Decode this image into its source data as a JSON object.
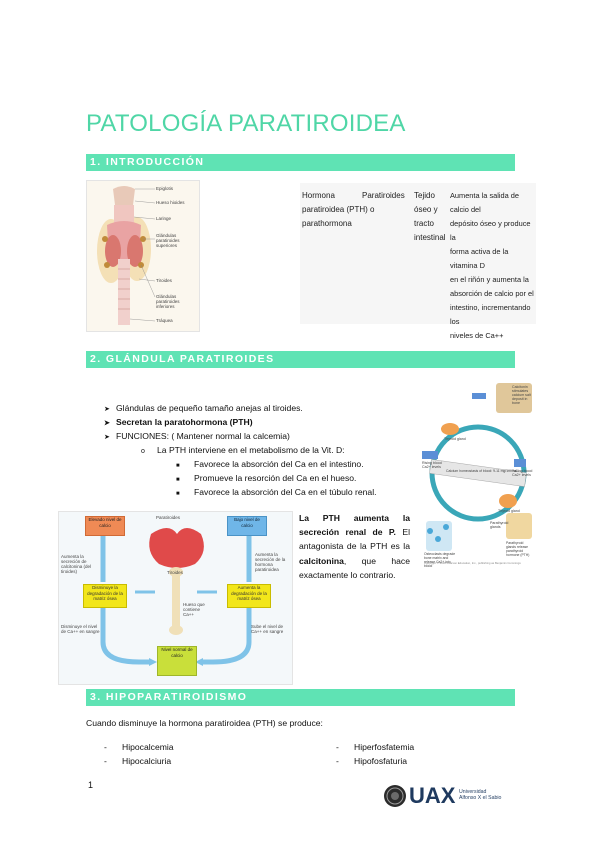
{
  "title": "PATOLOGÍA PARATIROIDEA",
  "sections": {
    "intro": "1. INTRODUCCIÓN",
    "glandula": "2. GLÁNDULA PARATIROIDES",
    "hipo": "3. HIPOPARATIROIDISMO"
  },
  "anatomy_labels": {
    "epiglotis": "Epiglotis",
    "hueso_hioides": "Hueso hioides",
    "laringe": "Laringe",
    "glandulas_sup": "Glándulas paratiroides superiores",
    "tiroides": "Tiroides",
    "glandulas_inf": "Glándulas paratiroides inferiores",
    "traquea": "Tráquea"
  },
  "pth_table": {
    "col1": [
      "Hormona",
      "paratiroidea (PTH) o",
      "parathormona"
    ],
    "col2": [
      "Paratiroides"
    ],
    "col3": [
      "Tejido",
      "óseo y",
      "tracto",
      "intestinal"
    ],
    "col4": [
      "Aumenta la salida de calcio del",
      "depósito óseo y produce la",
      "forma activa de la vitamina D",
      "en el riñón y aumenta la",
      "absorción de calcio por el",
      "intestino, incrementando los",
      "niveles de Ca++"
    ]
  },
  "glandula_list": {
    "item1": "Glándulas de pequeño tamaño anejas al tiroides.",
    "item2": "Secretan la paratohormona (PTH)",
    "item3": "FUNCIONES: ( Mantener normal la calcemia)",
    "sub1": "La PTH interviene en el metabolismo de la Vit. D:",
    "subsub1": "Favorece la absorción del Ca en el intestino.",
    "subsub2": "Promueve la resorción del Ca en el hueso.",
    "subsub3": "Favorece la absorción del Ca en el túbulo renal."
  },
  "cycle_labels": {
    "calcitonin": "Calcitonin stimulates calcium salt deposit in bone",
    "thyroid": "Thyroid gland",
    "rising": "Rising blood Ca2+ levels",
    "homeostasis": "Calcium homeostasis of blood: 9-11 mg/100 ml",
    "falling": "Falling blood Ca2+ levels",
    "thyroid2": "Thyroid gland",
    "parathyroid": "Parathyroid glands",
    "pth": "Parathyroid glands release parathyroid hormone (PTH)",
    "osteoclasts": "Osteoclasts degrade bone matrix and release Ca2+ into blood",
    "copyright": "Copyright © 2006 Pearson Education, Inc., publishing as Benjamin Cummings"
  },
  "flow_labels": {
    "elevado": "Elevado nivel de calcio",
    "paratiroides": "Paratiroides",
    "bajo": "Bajo nivel de calcio",
    "aumenta_calcitonina": "Aumenta la secreción de calcitonina (del tiroides)",
    "aumenta_pth": "Aumenta la secreción de la hormona paratiroidea",
    "tiroides": "Tiroides",
    "disminuye": "Disminuye la degradación de la matriz ósea",
    "hueso": "Hueso que contiene Ca++",
    "aumenta_deg": "Aumenta la degradación de la matriz ósea",
    "disminuye_nivel": "Disminuye el nivel de Ca++ en sangre",
    "sube_nivel": "Sube el nivel de Ca++ en sangre",
    "nivel_normal": "Nivel normal de calcio"
  },
  "side_text": {
    "bold1": "La PTH aumenta la secreción renal de P.",
    "normal1": " El antagonista de la PTH es la ",
    "bold2": "calcitonina",
    "normal2": ", que hace exactamente lo contrario."
  },
  "hipo": {
    "intro": "Cuando disminuye la hormona paratiroidea (PTH) se produce:",
    "left": [
      "Hipocalcemia",
      "Hipocalciuria"
    ],
    "right": [
      "Hiperfosfatemia",
      "Hipofosfaturia"
    ]
  },
  "footer": {
    "page": "1",
    "logo_main": "UAX",
    "logo_sub1": "Universidad",
    "logo_sub2": "Alfonso X el Sabio"
  },
  "colors": {
    "accent": "#5fe3b4",
    "title": "#4fd6a6"
  }
}
